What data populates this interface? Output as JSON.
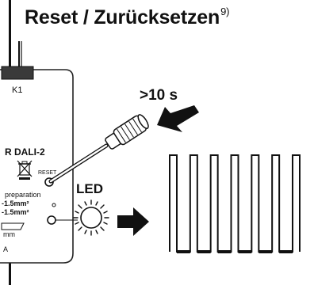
{
  "heading": {
    "text": "Reset / Zurücksetzen",
    "footnote": "9)"
  },
  "device": {
    "terminal": "K1",
    "model": "R DALI-2",
    "reset_label": "RESET",
    "spec_heading": "preparation",
    "spec_1": "-1.5mm²",
    "spec_2": "-1.5mm²",
    "spec_3": "mm",
    "spec_4": "A"
  },
  "instruction": {
    "duration": ">10 s"
  },
  "led": {
    "label": "LED",
    "blink_count": 7
  },
  "icons": [
    "screwdriver-icon",
    "press-arrow-icon",
    "weee-bin-icon",
    "led-light-icon",
    "right-arrow-icon",
    "blink-pulse-train-icon"
  ],
  "colors": {
    "ink": "#111111",
    "panel_line": "#333333",
    "background": "#ffffff"
  }
}
